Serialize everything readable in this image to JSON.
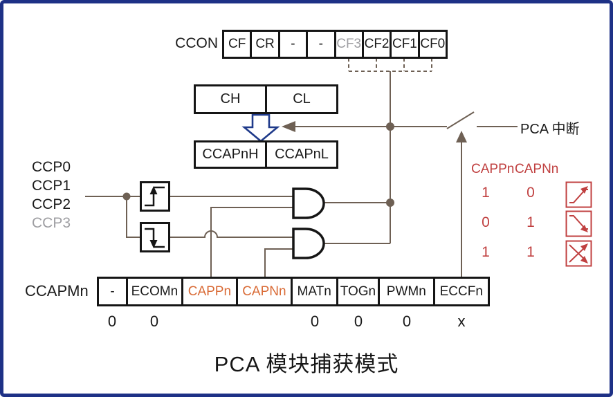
{
  "title": "PCA 模块捕获模式",
  "colors": {
    "frame_border": "#1e3186",
    "wire": "#6e6054",
    "box_stroke": "#151515",
    "transfer_arrow_blue": "#1f3a8a",
    "register_highlight_orange": "#d96a35",
    "mode_table_red": "#c04040",
    "muted_gray": "#9e9ea2"
  },
  "ccon_register": {
    "label": "CCON",
    "cells": [
      {
        "text": "CF",
        "muted": false
      },
      {
        "text": "CR",
        "muted": false
      },
      {
        "text": "-",
        "muted": false
      },
      {
        "text": "-",
        "muted": false
      },
      {
        "text": "CF3",
        "muted": true
      },
      {
        "text": "CF2",
        "muted": false
      },
      {
        "text": "CF1",
        "muted": false
      },
      {
        "text": "CF0",
        "muted": false
      }
    ]
  },
  "counter_register": {
    "high": "CH",
    "low": "CL"
  },
  "capture_register": {
    "high": "CCAPnH",
    "low": "CCAPnL"
  },
  "inputs": {
    "labels": [
      {
        "text": "CCP0",
        "muted": false
      },
      {
        "text": "CCP1",
        "muted": false
      },
      {
        "text": "CCP2",
        "muted": false
      },
      {
        "text": "CCP3",
        "muted": true
      }
    ]
  },
  "interrupt": {
    "label": "PCA 中断"
  },
  "ccapmn_register": {
    "label": "CCAPMn",
    "cells": [
      {
        "text": "-",
        "highlight": false
      },
      {
        "text": "ECOMn",
        "highlight": false
      },
      {
        "text": "CAPPn",
        "highlight": true
      },
      {
        "text": "CAPNn",
        "highlight": true
      },
      {
        "text": "MATn",
        "highlight": false
      },
      {
        "text": "TOGn",
        "highlight": false
      },
      {
        "text": "PWMn",
        "highlight": false
      },
      {
        "text": "ECCFn",
        "highlight": false
      }
    ],
    "values": [
      {
        "text": "0"
      },
      {
        "text": "0"
      },
      {
        "text": ""
      },
      {
        "text": ""
      },
      {
        "text": "0"
      },
      {
        "text": "0"
      },
      {
        "text": "0"
      },
      {
        "text": "x"
      }
    ]
  },
  "mode_table": {
    "col1_header": "CAPPn",
    "col2_header": "CAPNn",
    "rows": [
      {
        "cappn": "1",
        "capnn": "0",
        "icon": "rising-edge-icon"
      },
      {
        "cappn": "0",
        "capnn": "1",
        "icon": "falling-edge-icon"
      },
      {
        "cappn": "1",
        "capnn": "1",
        "icon": "both-edges-icon"
      }
    ]
  },
  "icons": {
    "edge_detectors": [
      "rising-edge-detector-icon",
      "falling-edge-detector-icon"
    ],
    "gates": [
      "and-gate",
      "and-gate"
    ],
    "switch": "interrupt-switch-icon",
    "transfer": "capture-transfer-arrow-icon"
  }
}
